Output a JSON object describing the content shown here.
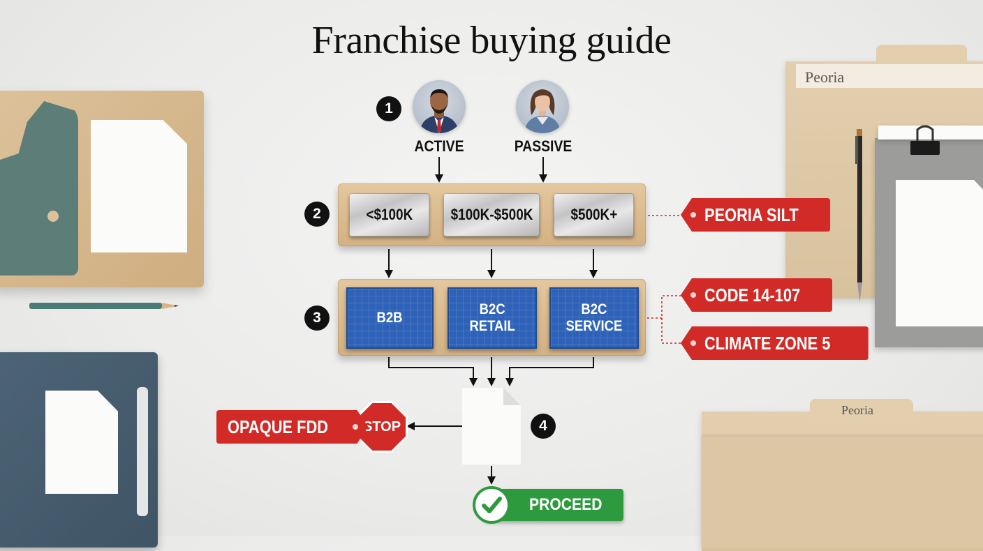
{
  "title": "Franchise buying guide",
  "steps": [
    "1",
    "2",
    "3",
    "4"
  ],
  "investor_types": [
    {
      "label": "ACTIVE"
    },
    {
      "label": "PASSIVE"
    }
  ],
  "investment_ranges": [
    "<$100K",
    "$100K-$500K",
    "$500K+"
  ],
  "business_models": [
    "B2B",
    "B2C\nRETAIL",
    "B2C\nSERVICE"
  ],
  "tags": {
    "soil": "PEORIA SILT",
    "code": "CODE 14-107",
    "climate": "CLIMATE ZONE 5",
    "opaque": "OPAQUE FDD"
  },
  "stop_label": "STOP",
  "proceed_label": "PROCEED",
  "folders": {
    "top": "Peoria",
    "bottom": "Peoria"
  },
  "colors": {
    "tag_red": "#d22a26",
    "proceed_green": "#2e9a3e",
    "blueprint_blue": "#2e62b8",
    "wood": "#d9ba8c"
  },
  "icons": [
    "male-avatar-icon",
    "female-avatar-icon",
    "stop-sign-icon",
    "check-icon",
    "document-icon",
    "binder-clip-icon",
    "pen-icon",
    "pencil-icon"
  ]
}
